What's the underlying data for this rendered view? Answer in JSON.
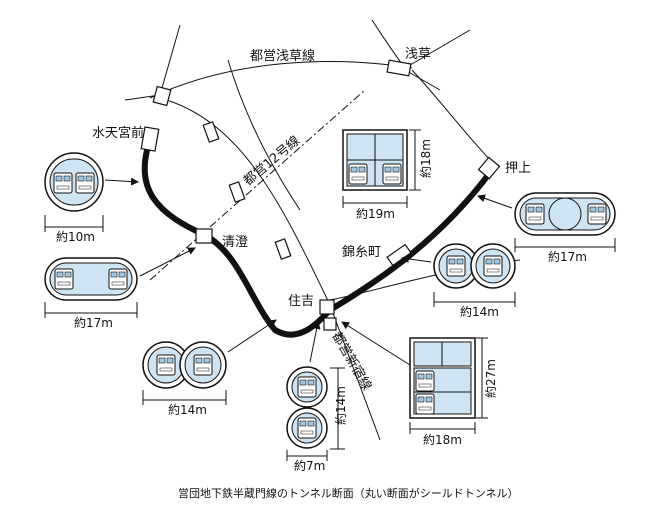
{
  "stations": {
    "asakusa": "浅草",
    "suitengumae": "水天宮前",
    "oshiage": "押上",
    "kinshicho": "錦糸町",
    "kiyosumi": "清澄",
    "sumiyoshi": "住吉"
  },
  "lines": {
    "toei_asakusa": "都営浅草線",
    "toei_12": "都営12号線",
    "toei_shinjuku": "都営新宿線"
  },
  "dimensions": {
    "suitengumae_width": "約10m",
    "kiyosumi_width": "約17m",
    "sumiyoshi_shield_width": "約14m",
    "sumiyoshi_stacked_height": "約14m",
    "sumiyoshi_stacked_width": "約7m",
    "box_height_top": "約18m",
    "box_width_top": "約19m",
    "oshiage_width": "約17m",
    "kinshicho_width": "約14m",
    "box_height_large": "約27m",
    "box_width_large": "約18m"
  },
  "caption": "営団地下鉄半蔵門線のトンネル断面（丸い断面がシールドトンネル）"
}
